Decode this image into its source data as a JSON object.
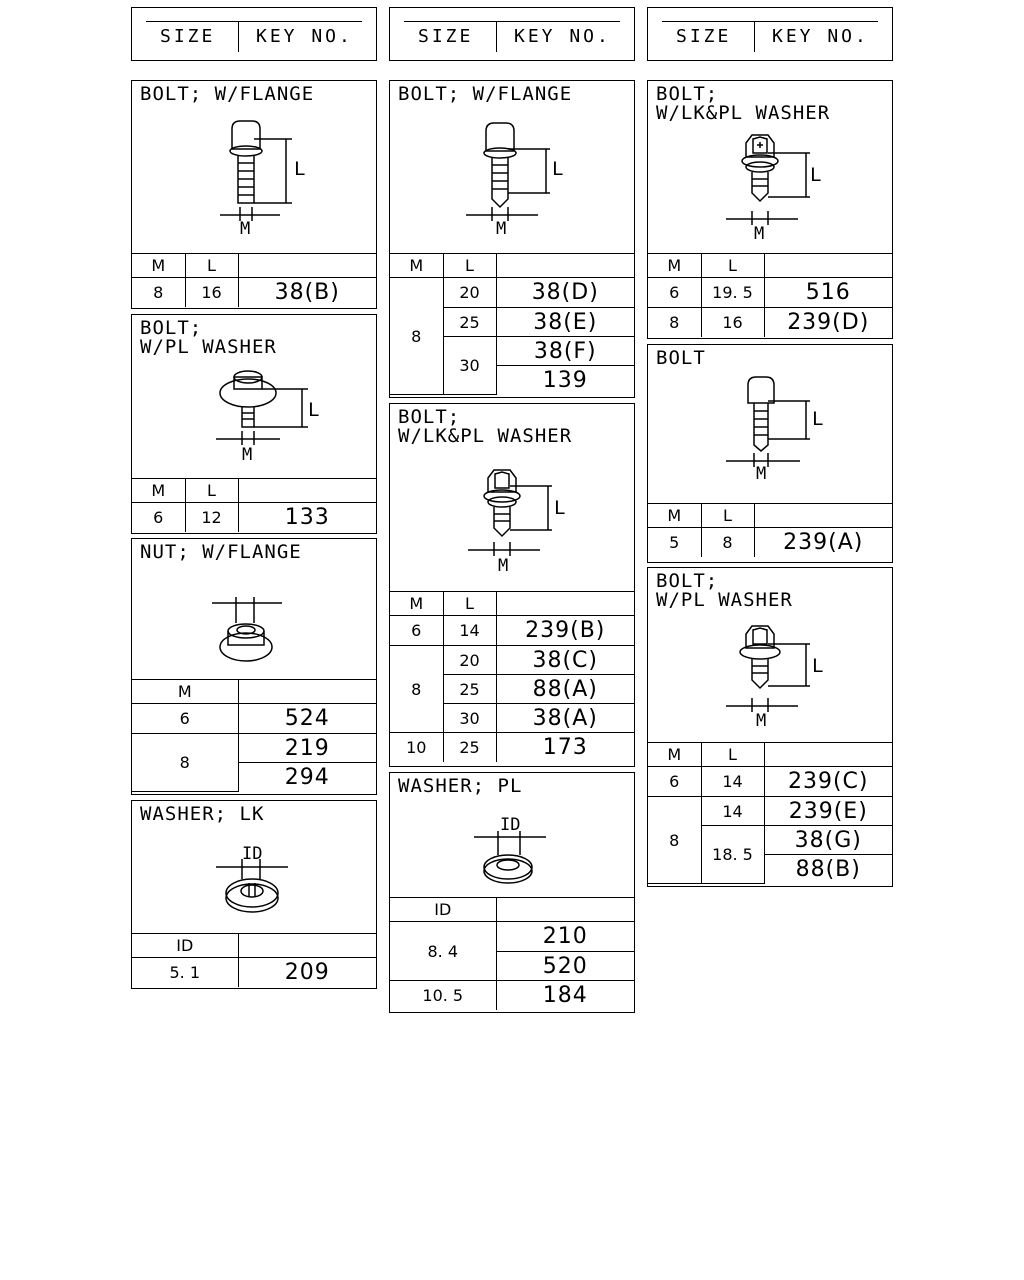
{
  "headers": [
    {
      "size": "SIZE",
      "key": "KEY NO."
    },
    {
      "size": "SIZE",
      "key": "KEY NO."
    },
    {
      "size": "SIZE",
      "key": "KEY NO."
    }
  ],
  "dim_labels": {
    "m": "M",
    "l": "L",
    "id": "ID"
  },
  "col1": {
    "bolt_flange": {
      "title": "BOLT; W/FLANGE",
      "head": [
        "M",
        "L",
        ""
      ],
      "rows": [
        [
          "8",
          "16",
          "38(B)"
        ]
      ]
    },
    "bolt_pl_washer": {
      "title": "BOLT;\nW/PL WASHER",
      "head": [
        "M",
        "L",
        ""
      ],
      "rows": [
        [
          "6",
          "12",
          "133"
        ]
      ]
    },
    "nut_flange": {
      "title": "NUT; W/FLANGE",
      "head": [
        "M",
        ""
      ],
      "rows": [
        [
          "6",
          "524"
        ],
        [
          "8",
          "219"
        ],
        [
          "",
          "294"
        ]
      ]
    },
    "washer_lk": {
      "title": "WASHER; LK",
      "head": [
        "ID",
        ""
      ],
      "rows": [
        [
          "5. 1",
          "209"
        ]
      ]
    }
  },
  "col2": {
    "bolt_flange": {
      "title": "BOLT; W/FLANGE",
      "head": [
        "M",
        "L",
        ""
      ],
      "rows": [
        [
          "8",
          "20",
          "38(D)"
        ],
        [
          "",
          "25",
          "38(E)"
        ],
        [
          "",
          "30",
          "38(F)"
        ],
        [
          "",
          "",
          "139"
        ]
      ]
    },
    "bolt_lkpl_washer": {
      "title": "BOLT;\nW/LK&PL WASHER",
      "head": [
        "M",
        "L",
        ""
      ],
      "rows": [
        [
          "6",
          "14",
          "239(B)"
        ],
        [
          "8",
          "20",
          "38(C)"
        ],
        [
          "",
          "25",
          "88(A)"
        ],
        [
          "",
          "30",
          "38(A)"
        ],
        [
          "10",
          "25",
          "173"
        ]
      ]
    },
    "washer_pl": {
      "title": "WASHER; PL",
      "head": [
        "ID",
        ""
      ],
      "rows": [
        [
          "8. 4",
          "210"
        ],
        [
          "",
          "520"
        ],
        [
          "10. 5",
          "184"
        ]
      ]
    }
  },
  "col3": {
    "bolt_lkpl_washer": {
      "title": "BOLT;\nW/LK&PL WASHER",
      "head": [
        "M",
        "L",
        ""
      ],
      "rows": [
        [
          "6",
          "19. 5",
          "516"
        ],
        [
          "8",
          "16",
          "239(D)"
        ]
      ]
    },
    "bolt": {
      "title": "BOLT",
      "head": [
        "M",
        "L",
        ""
      ],
      "rows": [
        [
          "5",
          "8",
          "239(A)"
        ]
      ]
    },
    "bolt_pl_washer": {
      "title": "BOLT;\nW/PL WASHER",
      "head": [
        "M",
        "L",
        ""
      ],
      "rows": [
        [
          "6",
          "14",
          "239(C)"
        ],
        [
          "8",
          "14",
          "239(E)"
        ],
        [
          "",
          "18. 5",
          "38(G)"
        ],
        [
          "",
          "",
          "88(B)"
        ]
      ]
    }
  }
}
